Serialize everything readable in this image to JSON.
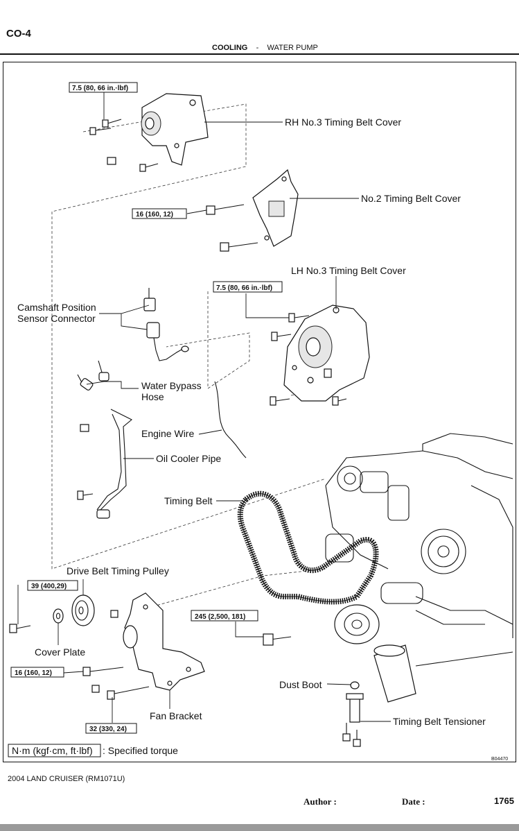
{
  "header": {
    "section_code": "CO-4",
    "section": "COOLING",
    "separator": "-",
    "subsection": "WATER PUMP"
  },
  "figure": {
    "id": "B04470",
    "labels": {
      "rh_cover": "RH No.3 Timing Belt Cover",
      "no2_cover": "No.2 Timing Belt Cover",
      "lh_cover": "LH No.3 Timing Belt Cover",
      "camshaft_line1": "Camshaft Position",
      "camshaft_line2": "Sensor Connector",
      "bypass_line1": "Water Bypass",
      "bypass_line2": "Hose",
      "engine_wire": "Engine Wire",
      "oil_cooler": "Oil Cooler Pipe",
      "timing_belt": "Timing Belt",
      "drive_pulley": "Drive Belt Timing Pulley",
      "cover_plate": "Cover Plate",
      "dust_boot": "Dust Boot",
      "fan_bracket": "Fan Bracket",
      "tensioner": "Timing Belt Tensioner"
    },
    "torques": {
      "t1": "7.5 (80, 66 in.·lbf)",
      "t2": "16 (160, 12)",
      "t3": "7.5 (80, 66 in.·lbf)",
      "t4": "39 (400,29)",
      "t5": "245 (2,500, 181)",
      "t6": "16 (160, 12)",
      "t7": "32 (330, 24)"
    },
    "legend": {
      "unit": "N·m (kgf·cm, ft·lbf)",
      "text": ": Specified torque"
    }
  },
  "footer": {
    "doc": "2004 LAND CRUISER   (RM1071U)",
    "author_label": "Author :",
    "date_label": "Date :",
    "page": "1765"
  }
}
